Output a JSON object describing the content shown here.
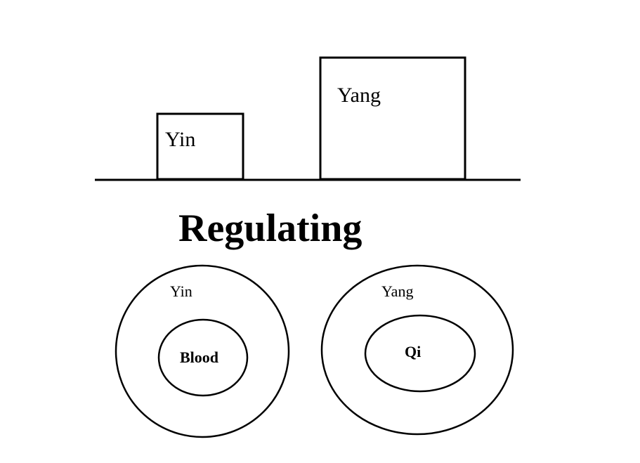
{
  "top_diagram": {
    "small_box_label": "Yin",
    "large_box_label": "Yang"
  },
  "title": "Regulating",
  "bottom_diagram": {
    "left_outer_label": "Yin",
    "left_inner_label": "Blood",
    "right_outer_label": "Yang",
    "right_inner_label": "Qi"
  },
  "colors": {
    "stroke": "#000000",
    "background": "#ffffff"
  }
}
